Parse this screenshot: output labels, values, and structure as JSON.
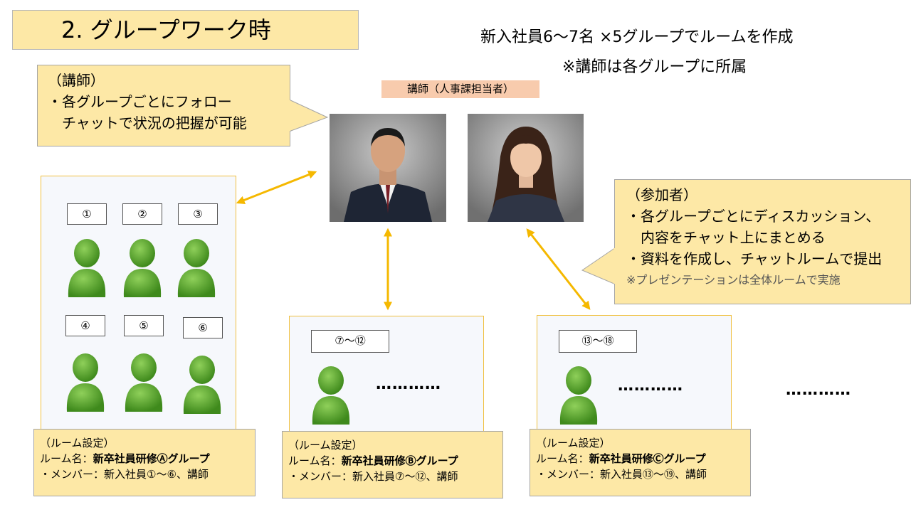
{
  "title": "2. グループワーク時",
  "headline": {
    "line1": "新入社員6〜7名 ×5グループでルームを作成",
    "line2": "※講師は各グループに所属"
  },
  "instructor_callout": {
    "heading": "（講師）",
    "line1": "・各グループごとにフォロー",
    "line2": "　チャットで状況の把握が可能"
  },
  "instructor_badge": "講師（人事課担当者）",
  "participant_callout": {
    "heading": "（参加者）",
    "line1": "・各グループごとにディスカッション、",
    "line2": "　内容をチャット上にまとめる",
    "line3": "・資料を作成し、チャットルームで提出",
    "note": "※プレゼンテーションは全体ルームで実施"
  },
  "room_a": {
    "members": [
      "①",
      "②",
      "③",
      "④",
      "⑤",
      "⑥"
    ],
    "setting_heading": "（ルーム設定）",
    "name_label": "ルーム名：",
    "name_value": "新卒社員研修Ⓐグループ",
    "members_line": "・メンバー：新入社員①〜⑥、講師"
  },
  "room_b": {
    "range": "⑦〜⑫",
    "dots": "…………",
    "setting_heading": "（ルーム設定）",
    "name_label": "ルーム名：",
    "name_value": "新卒社員研修Ⓑグループ",
    "members_line": "・メンバー：新入社員⑦〜⑫、講師"
  },
  "room_c": {
    "range": "⑬〜⑱",
    "dots": "…………",
    "setting_heading": "（ルーム設定）",
    "name_label": "ルーム名：",
    "name_value": "新卒社員研修Ⓒグループ",
    "members_line": "・メンバー：新入社員⑬〜⑲、講師"
  },
  "more_dots": "…………",
  "colors": {
    "callout": "#fde8a6",
    "badge": "#f8cbad",
    "arrow": "#f5b800",
    "person": "#4a9a22"
  }
}
